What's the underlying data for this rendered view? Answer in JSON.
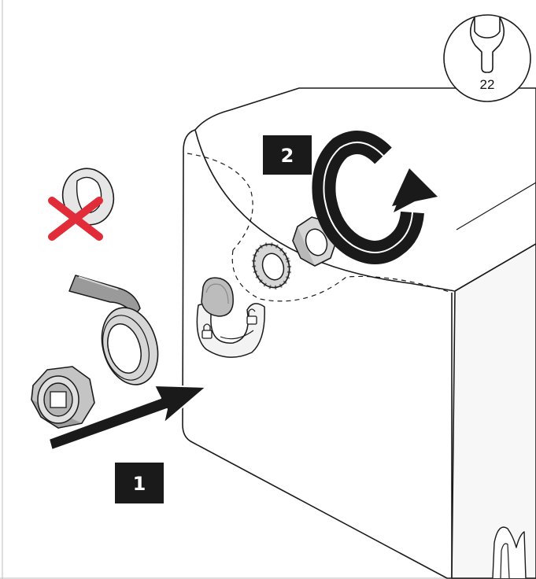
{
  "tool_badge": {
    "icon": "wrench-icon",
    "size_label": "22"
  },
  "steps": [
    {
      "number": "1",
      "action": "push"
    },
    {
      "number": "2",
      "action": "rotate"
    }
  ],
  "forbidden_part": {
    "icon": "red-cross-icon"
  },
  "colors": {
    "step_badge": "#1a1a1a",
    "cross": "#e12d39",
    "outline": "#1a1a1a",
    "part_fill": "#d6d6d6",
    "housing_fill": "#ffffff"
  }
}
